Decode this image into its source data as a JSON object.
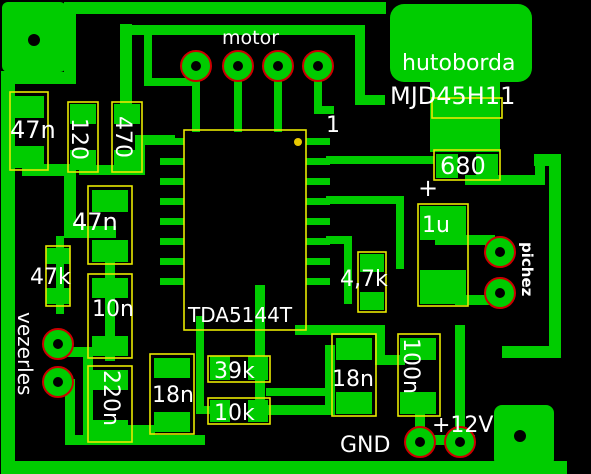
{
  "colors": {
    "copper": "#00cc00",
    "background": "#000000",
    "silkscreen": "#ffffff",
    "outline": "#e8e800",
    "pad_ring": "#cc0000"
  },
  "labels": {
    "motor": "motor",
    "hutoborda": "hutoborda",
    "transistor": "MJD45H11",
    "ic": "TDA5144T",
    "pin1": "1",
    "vezerles": "vezerles",
    "pichez": "pichez",
    "gnd": "GND",
    "vcc": "+12V",
    "plus_mark": "+"
  },
  "components": {
    "c_47n_a": "47n",
    "r_120": "120",
    "r_470": "470",
    "c_47n_b": "47n",
    "r_47k": "47k",
    "c_10n": "10n",
    "c_220n": "220n",
    "c_18n_a": "18n",
    "r_39k": "39k",
    "r_10k": "10k",
    "r_680": "680",
    "c_1u": "1u",
    "r_4_7k": "4,7k",
    "c_18n_b": "18n",
    "c_100n": "100n"
  }
}
